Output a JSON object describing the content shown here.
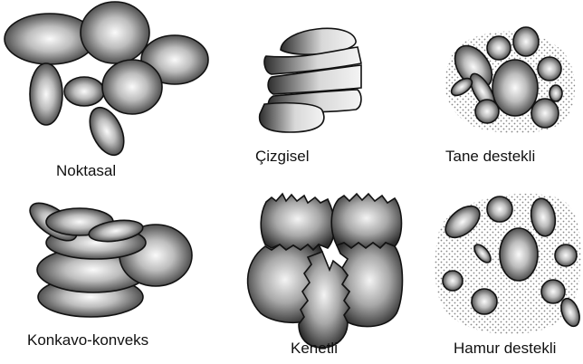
{
  "panels": [
    {
      "id": "noktasal",
      "label": "Noktasal"
    },
    {
      "id": "cizgisel",
      "label": "Çizgisel"
    },
    {
      "id": "tane-destekli",
      "label": "Tane destekli"
    },
    {
      "id": "konkavo-konveks",
      "label": "Konkavo-konveks"
    },
    {
      "id": "kenetli",
      "label": "Kenetli"
    },
    {
      "id": "hamur-destekli",
      "label": "Hamur destekli"
    }
  ],
  "colors": {
    "grain_light": "#f4f4f4",
    "grain_dark": "#3a3a3a",
    "outline": "#111111",
    "matrix_dots": "#888888"
  }
}
